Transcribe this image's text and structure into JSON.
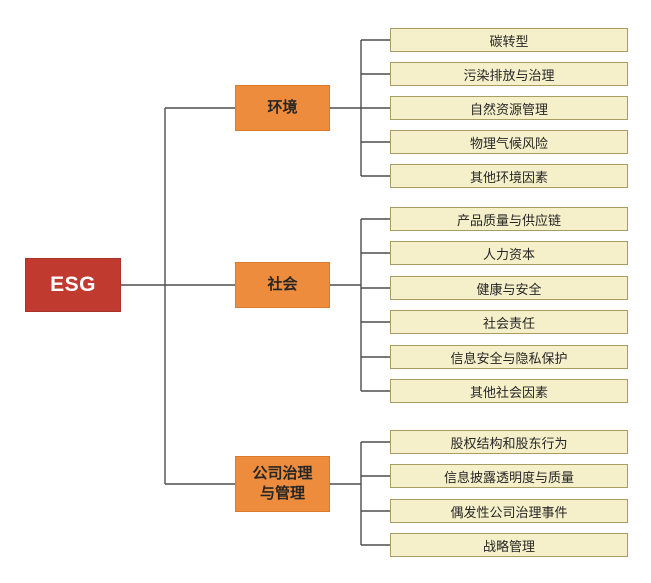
{
  "diagram": {
    "title_hint": "ESG taxonomy tree",
    "root": {
      "label": "ESG"
    },
    "branches": [
      {
        "label": "环境",
        "leaves": [
          "碳转型",
          "污染排放与治理",
          "自然资源管理",
          "物理气候风险",
          "其他环境因素"
        ]
      },
      {
        "label": "社会",
        "leaves": [
          "产品质量与供应链",
          "人力资本",
          "健康与安全",
          "社会责任",
          "信息安全与隐私保护",
          "其他社会因素"
        ]
      },
      {
        "label": "公司治理\n与管理",
        "leaves": [
          "股权结构和股东行为",
          "信息披露透明度与质量",
          "偶发性公司治理事件",
          "战略管理"
        ]
      }
    ],
    "colors": {
      "root_bg": "#c03a30",
      "branch_bg": "#ec8c3c",
      "leaf_bg": "#f5f0c9",
      "leaf_border": "#a79d62",
      "line": "#4d4d4d"
    }
  }
}
